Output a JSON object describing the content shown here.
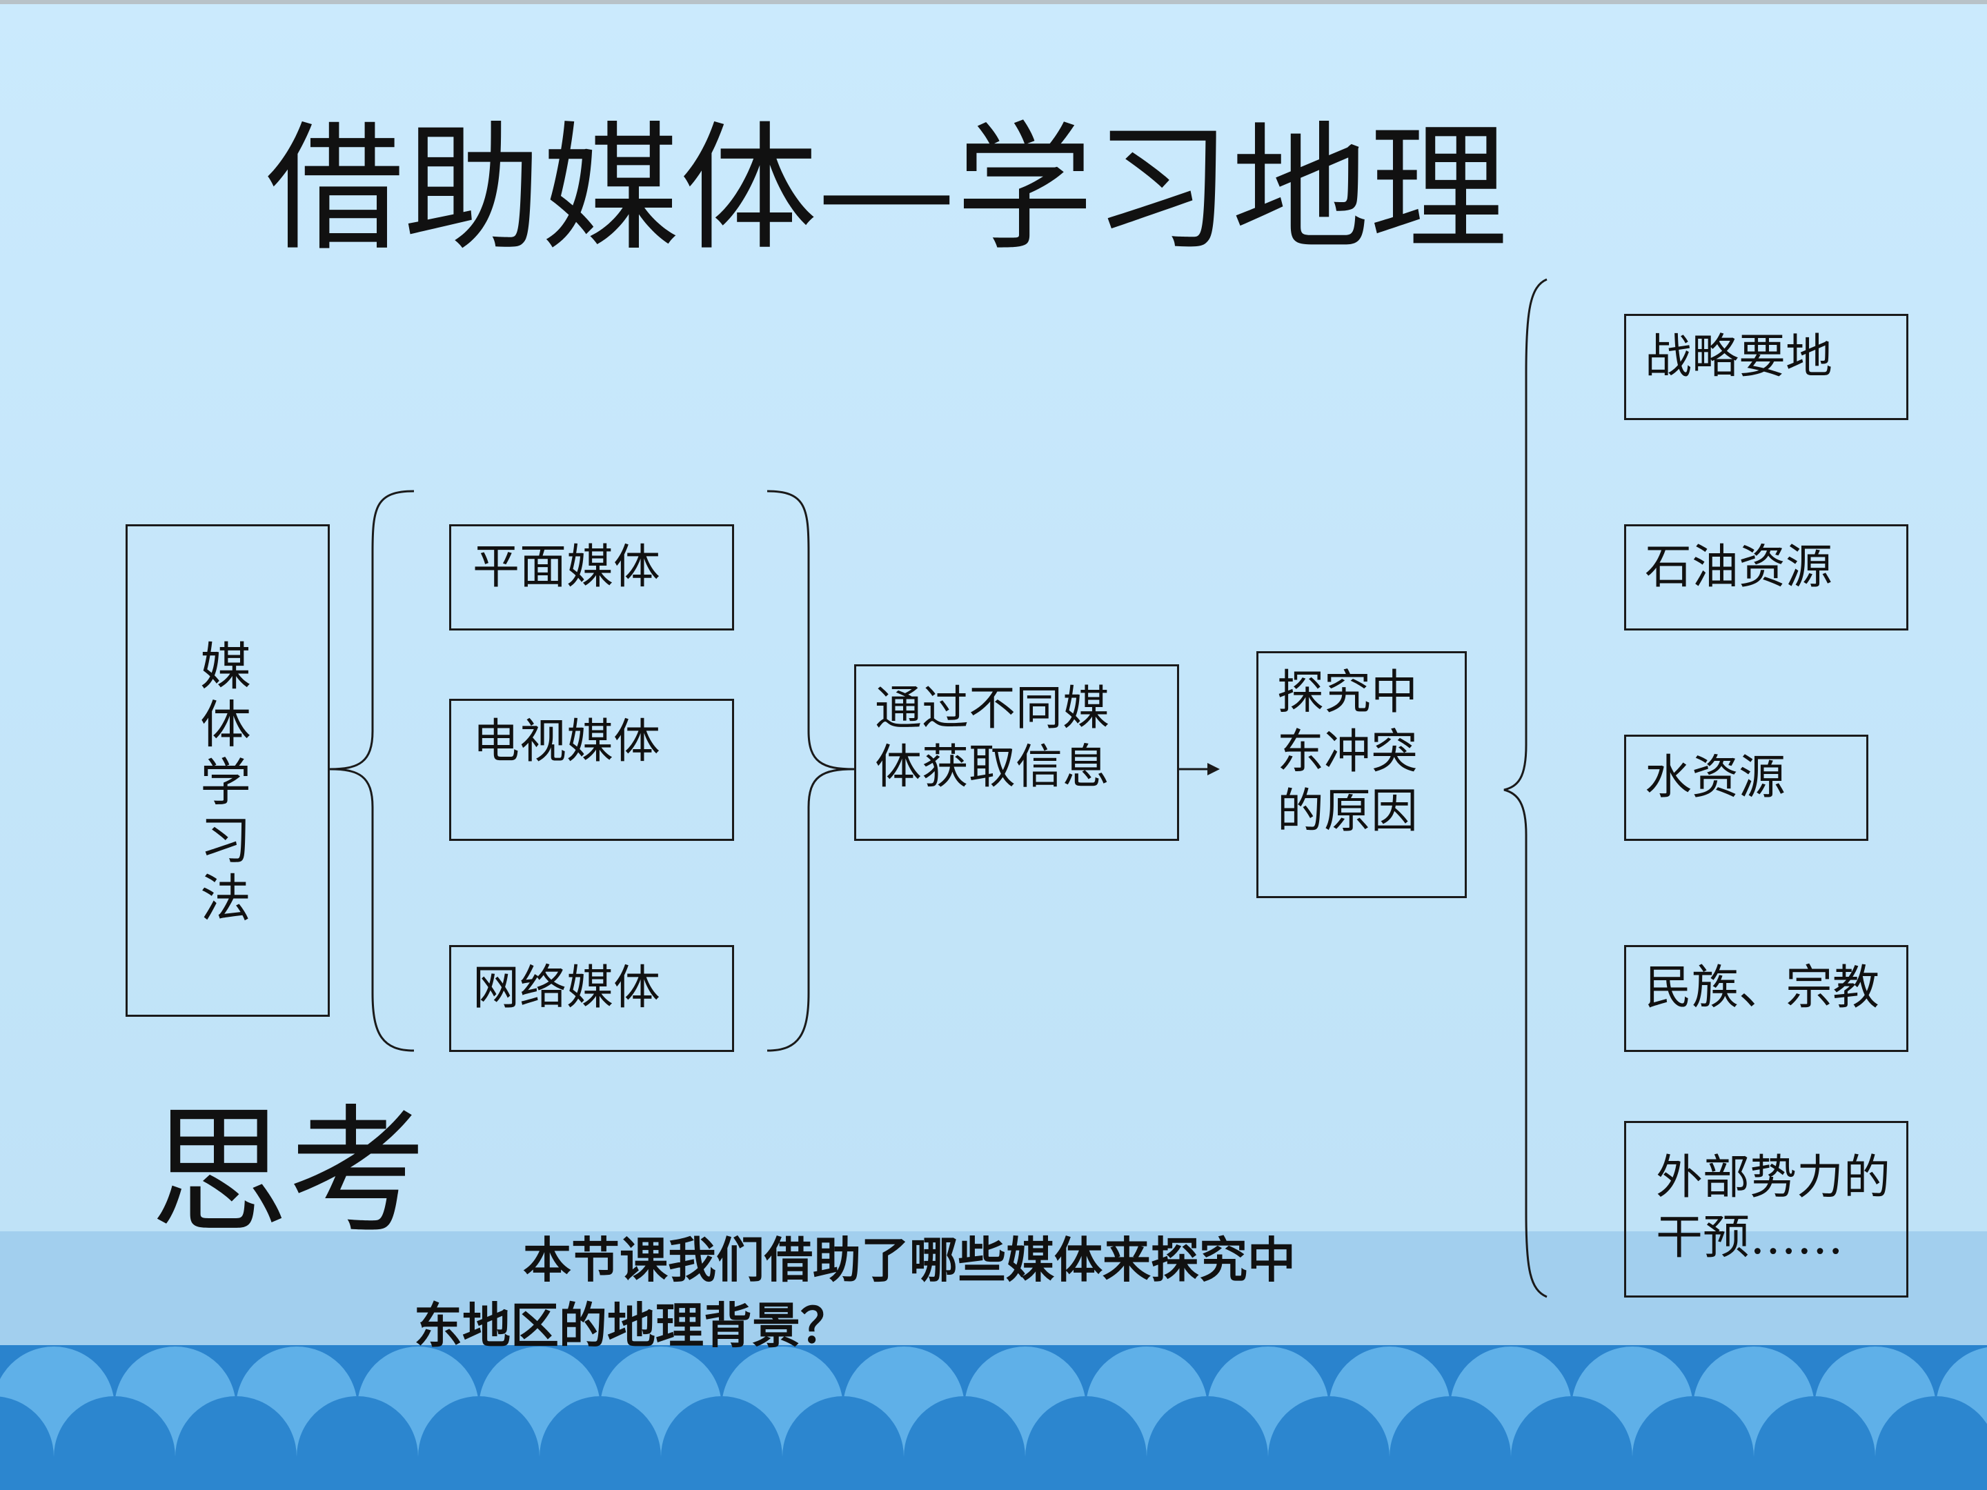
{
  "slide": {
    "title": "借助媒体—学习地理",
    "left_box": {
      "label_chars": [
        "媒",
        "体",
        "学",
        "习",
        "法"
      ]
    },
    "media_boxes": [
      {
        "label": "平面媒体"
      },
      {
        "label": "电视媒体"
      },
      {
        "label": "网络媒体"
      }
    ],
    "info_box": {
      "line1": "通过不同媒",
      "line2": "体获取信息"
    },
    "explore_box": {
      "line1": "探究中",
      "line2": "东冲突",
      "line3": "的原因"
    },
    "reason_boxes": [
      {
        "label": "战略要地"
      },
      {
        "label": "石油资源"
      },
      {
        "label": "水资源"
      },
      {
        "label": "民族、宗教"
      },
      {
        "line1": "外部势力的",
        "line2": "干预……"
      }
    ],
    "think": {
      "heading": "思考",
      "question_line1": "本节课我们借助了哪些媒体来探究中",
      "question_line2": "东地区的地理背景？"
    },
    "colors": {
      "sky_top": "#c9e9fc",
      "sky_bottom": "#bfe2f6",
      "water_band": "#a2cfee",
      "wave_dark": "#2c86cf",
      "wave_mid": "#5fb0e8",
      "line": "#1a1a1a"
    }
  }
}
